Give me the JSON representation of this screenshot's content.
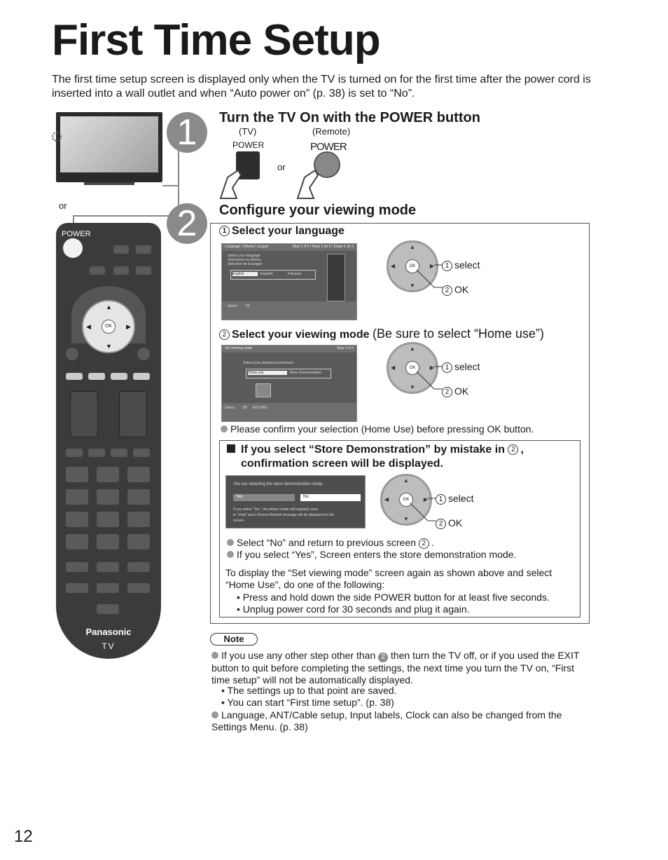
{
  "title": "First Time Setup",
  "intro": "The first time setup screen is displayed only when the TV is turned on for the first time after the power cord is inserted into a wall outlet and when “Auto power on” (p. 38) is set to “No”.",
  "step1": {
    "number": "1",
    "heading": "Turn the TV On with the POWER button",
    "tv_label": "(TV)",
    "remote_label": "(Remote)",
    "tv_power": "POWER",
    "remote_power": "POWER",
    "or": "or"
  },
  "remote": {
    "or": "or",
    "power": "POWER",
    "ok": "OK",
    "brand": "Panasonic",
    "tv": "TV"
  },
  "step2": {
    "number": "2",
    "heading": "Configure your viewing mode",
    "sub1": {
      "num": "1",
      "heading": "Select your language",
      "screen_title": "Language / Idioma / Langue",
      "screen_step": "Step 1 of 5 / Paso 1 de 5 / Étape 1 de 5",
      "screen_prompt1": "Select your language",
      "screen_prompt2": "Seleccione su idioma",
      "screen_prompt3": "Sélection de la langue",
      "opt1": "English",
      "opt2": "Español",
      "opt3": "Français",
      "footer_ok": "OK",
      "footer_select": "Select",
      "select_label": "select",
      "ok_label": "OK"
    },
    "sub2": {
      "num": "2",
      "heading": "Select your viewing mode",
      "note": "(Be sure to select “Home use”)",
      "screen_title": "Set viewing mode",
      "screen_step": "Step 2 of 5",
      "screen_prompt": "Select your viewing environment",
      "opt1": "Home use",
      "opt2": "Store Demonstration",
      "footer_select": "Select",
      "footer_ok": "OK",
      "footer_return": "RETURN",
      "select_label": "select",
      "ok_label": "OK"
    },
    "confirm_note": "Please confirm your selection (Home Use) before pressing OK button.",
    "mistake": {
      "heading1": "If you select “Store Demonstration” by mistake in",
      "heading_num": "2",
      "heading2": "confirmation screen will be displayed.",
      "screen_text": "You are selecting the store demonstration mode.",
      "yes": "Yes",
      "no": "No",
      "screen_note1": "If you select “Yes”, the picture mode will regularly reset",
      "screen_note2": "to “Vivid” and a Picture Refresh message will be displayed on the",
      "screen_note3": "screen.",
      "select_label": "select",
      "ok_label": "OK",
      "b1": "Select “No” and return to previous screen",
      "b1_num": "2",
      "b2": "If you select “Yes”, Screen enters the store demonstration mode.",
      "p1": "To display the “Set viewing mode” screen again as shown above and select “Home Use”, do one of the following:",
      "p2": "• Press and hold down the side POWER button for at least five seconds.",
      "p3": "• Unplug power cord for 30 seconds and plug it again."
    }
  },
  "note": {
    "label": "Note",
    "b1a": "If you use any other step other than",
    "b1num": "2",
    "b1b": "then turn the TV off, or if you used the EXIT button to quit before completing the settings, the next time you turn the TV on, “First time setup” will not be automatically displayed.",
    "s1": "• The settings up to that point are saved.",
    "s2": "• You can start “First time setup”. (p. 38)",
    "b2": "Language, ANT/Cable setup, Input labels, Clock can also be changed from the Settings Menu. (p. 38)"
  },
  "page_number": "12"
}
